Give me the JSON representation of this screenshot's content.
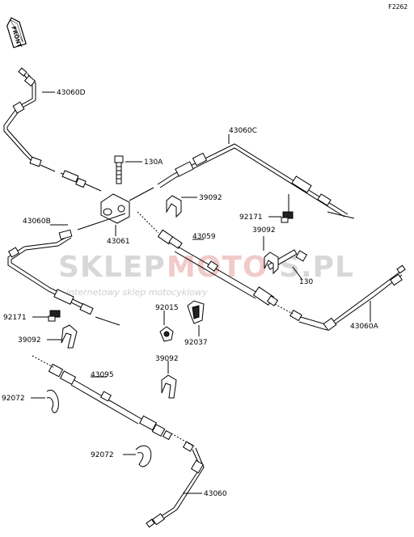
{
  "diagram_code": "F2262",
  "front_label": "FRONT",
  "watermark": {
    "brand_a": "SKLEP",
    "brand_b": "MOTO",
    "brand_c": "S.PL",
    "tagline": "internetowy sklep motocyklowy"
  },
  "parts": {
    "p43060d": "43060D",
    "p43060c": "43060C",
    "p130a": "130A",
    "p39092_top": "39092",
    "p92171_right": "92171",
    "p39092_right": "39092",
    "p43060b": "43060B",
    "p43061": "43061",
    "p43059": "43059",
    "p130": "130",
    "p92171_left": "92171",
    "p92015": "92015",
    "p39092_left": "39092",
    "p92037": "92037",
    "p43060a": "43060A",
    "p43095": "43095",
    "p39092_lower": "39092",
    "p92072_left": "92072",
    "p92072_lower": "92072",
    "p43060": "43060"
  }
}
